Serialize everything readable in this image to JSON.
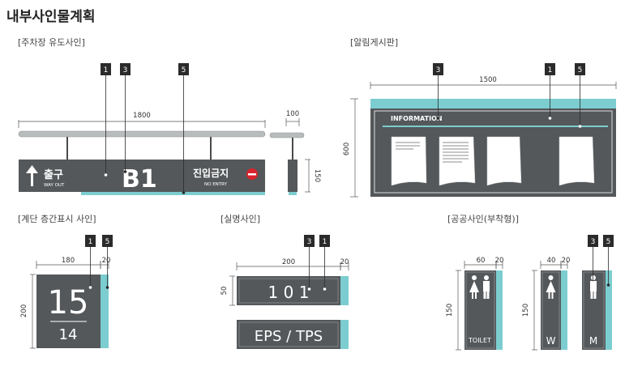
{
  "page_title": "내부사인물계획",
  "sections": {
    "parking": "[주차장 유도사인]",
    "notice": "[알림게시판]",
    "stair": "[계단 층간표시 사인]",
    "room": "[실명사인]",
    "restroom": "[공공사인(부착형)]"
  },
  "parking": {
    "dim_width": "1800",
    "dim_side_width": "100",
    "dim_side_height": "150",
    "exit_label": "출구",
    "exit_sub": "WAY OUT",
    "floor": "B1",
    "no_entry_label": "진입금지",
    "no_entry_sub": "NO ENTRY",
    "markers": [
      "1",
      "3",
      "5"
    ]
  },
  "notice": {
    "dim_width": "1500",
    "dim_height": "600",
    "header": "INFORMATION",
    "markers": [
      "3",
      "1",
      "5"
    ]
  },
  "stair": {
    "dim_width": "180",
    "dim_edge": "20",
    "dim_height": "200",
    "floor_main": "15",
    "floor_sub": "14",
    "markers": [
      "1",
      "5"
    ]
  },
  "room": {
    "dim_width": "200",
    "dim_edge": "20",
    "dim_height": "50",
    "room_number": "1 0 1",
    "room_name": "EPS / TPS",
    "markers": [
      "3",
      "1"
    ]
  },
  "restroom": {
    "dim_w1": "60",
    "dim_e1": "20",
    "dim_w2": "40",
    "dim_e2": "20",
    "dim_h1": "150",
    "dim_h2": "150",
    "toilet_label": "TOILET",
    "women_label": "W",
    "men_label": "M",
    "markers": [
      "3",
      "5"
    ]
  },
  "colors": {
    "panel": "#54585b",
    "accent": "#7ccdd0",
    "marker": "#2b2b2b",
    "red": "#d9232d",
    "rail": "#b9bcbd"
  }
}
